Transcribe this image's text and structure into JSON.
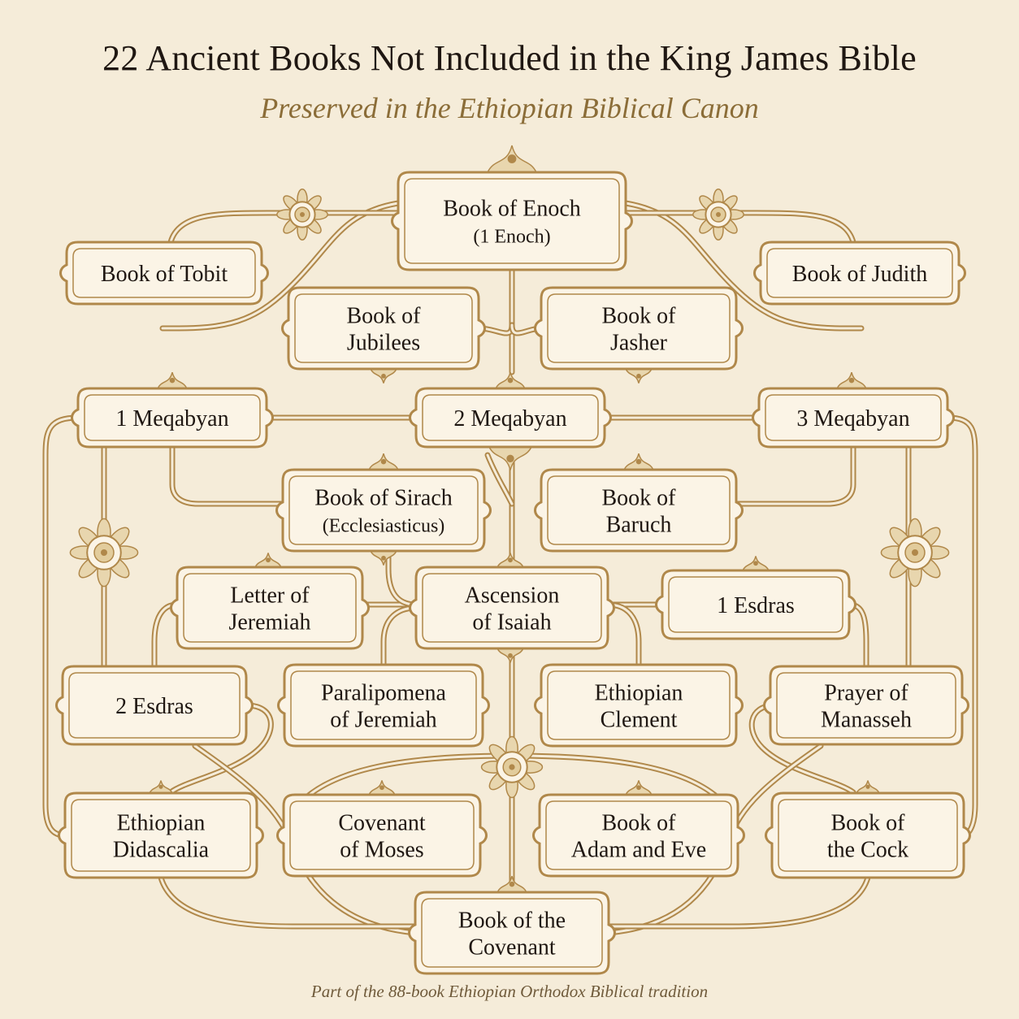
{
  "title": "22 Ancient Books Not Included in the King James Bible",
  "subtitle": "Preserved in the Ethiopian Biblical Canon",
  "footer": "Part of the 88-book Ethiopian Orthodox Biblical tradition",
  "colors": {
    "background": "#f5ecd9",
    "frame": "#b0884a",
    "frame_fill": "#fbf4e6",
    "text": "#1f1712",
    "accent": "#8b6d38"
  },
  "books": [
    {
      "id": "enoch",
      "lines": [
        "Book of Enoch",
        "(1 Enoch)"
      ]
    },
    {
      "id": "tobit",
      "lines": [
        "Book of Tobit"
      ]
    },
    {
      "id": "judith",
      "lines": [
        "Book of Judith"
      ]
    },
    {
      "id": "jubilees",
      "lines": [
        "Book of",
        "Jubilees"
      ]
    },
    {
      "id": "jasher",
      "lines": [
        "Book of",
        "Jasher"
      ]
    },
    {
      "id": "meqabyan-1",
      "lines": [
        "1 Meqabyan"
      ]
    },
    {
      "id": "meqabyan-2",
      "lines": [
        "2 Meqabyan"
      ]
    },
    {
      "id": "meqabyan-3",
      "lines": [
        "3 Meqabyan"
      ]
    },
    {
      "id": "sirach",
      "lines": [
        "Book of Sirach",
        "(Ecclesiasticus)"
      ]
    },
    {
      "id": "baruch",
      "lines": [
        "Book of",
        "Baruch"
      ]
    },
    {
      "id": "letter-jeremiah",
      "lines": [
        "Letter of",
        "Jeremiah"
      ]
    },
    {
      "id": "ascension-isaiah",
      "lines": [
        "Ascension",
        "of Isaiah"
      ]
    },
    {
      "id": "esdras-1",
      "lines": [
        "1 Esdras"
      ]
    },
    {
      "id": "esdras-2",
      "lines": [
        "2 Esdras"
      ]
    },
    {
      "id": "paralipomena",
      "lines": [
        "Paralipomena",
        "of Jeremiah"
      ]
    },
    {
      "id": "eth-clement",
      "lines": [
        "Ethiopian",
        "Clement"
      ]
    },
    {
      "id": "manasseh",
      "lines": [
        "Prayer of",
        "Manasseh"
      ]
    },
    {
      "id": "didascalia",
      "lines": [
        "Ethiopian",
        "Didascalia"
      ]
    },
    {
      "id": "covenant-moses",
      "lines": [
        "Covenant",
        "of Moses"
      ]
    },
    {
      "id": "adam-eve",
      "lines": [
        "Book of",
        "Adam and Eve"
      ]
    },
    {
      "id": "cock",
      "lines": [
        "Book of",
        "the Cock"
      ]
    },
    {
      "id": "covenant",
      "lines": [
        "Book of the",
        "Covenant"
      ]
    }
  ]
}
